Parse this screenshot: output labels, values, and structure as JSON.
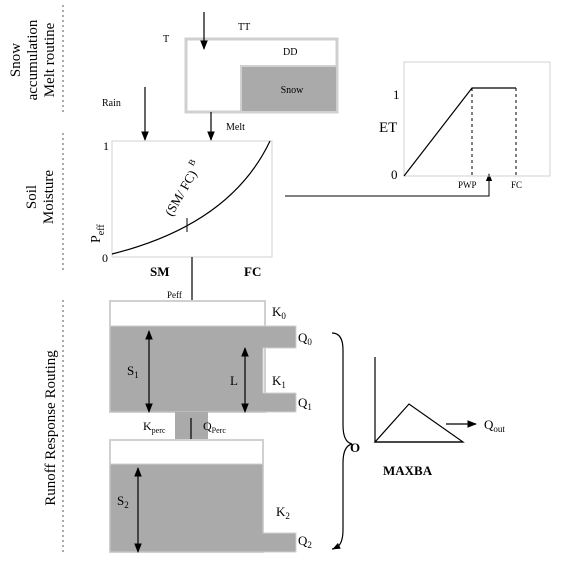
{
  "sections": {
    "snow_line1": "Snow",
    "snow_line2": "accumulation",
    "melt": "Melt routine",
    "soil_line1": "Soil",
    "soil_line2": "Moisture",
    "runoff": "Runoff Response Routing"
  },
  "snow": {
    "t": "T",
    "tt": "TT",
    "dd": "DD",
    "snow": "Snow",
    "rain": "Rain",
    "melt": "Melt"
  },
  "sm_chart": {
    "y_top": "1",
    "y_bottom": "0",
    "y_label_main": "P",
    "y_label_sub": "eff",
    "curve_label": "(SM/ FC)",
    "curve_exp": "B",
    "x_sm": "SM",
    "x_fc": "FC"
  },
  "et_chart": {
    "y_top": "1",
    "y_bottom": "0",
    "y_label": "ET",
    "x_pwp": "PWP",
    "x_fc": "FC"
  },
  "routing": {
    "peff": "Peff",
    "k0_main": "K",
    "k0_sub": "0",
    "q0_main": "Q",
    "q0_sub": "0",
    "s1_main": "S",
    "s1_sub": "1",
    "l": "L",
    "k1_main": "K",
    "k1_sub": "1",
    "q1_main": "Q",
    "q1_sub": "1",
    "kperc_main": "K",
    "kperc_sub": "perc",
    "qperc_main": "Q",
    "qperc_sub": "Perc",
    "s2_main": "S",
    "s2_sub": "2",
    "k2_main": "K",
    "k2_sub": "2",
    "q2_main": "Q",
    "q2_sub": "2",
    "o": "O",
    "maxba": "MAXBA",
    "qout_main": "Q",
    "qout_sub": "out"
  },
  "colors": {
    "fill_gray": "#aaaaaa",
    "frame": "#d0d0d0",
    "line": "#000000",
    "dashed": "#555555"
  }
}
